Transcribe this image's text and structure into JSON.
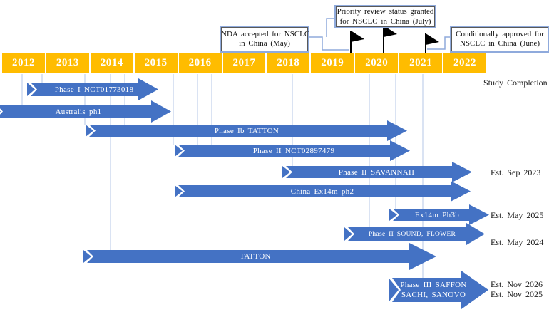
{
  "figure": {
    "years": [
      "2012",
      "2013",
      "2014",
      "2015",
      "2016",
      "2017",
      "2018",
      "2019",
      "2020",
      "2021",
      "2022"
    ],
    "right_column_header": "Study Completion",
    "callouts": [
      {
        "line1": "NDA accepted for NSCLC",
        "line2": "in China (May)"
      },
      {
        "line1": "Priority review status granted",
        "line2": "for NSCLC in China (July)"
      },
      {
        "line1": "Conditionally approved for",
        "line2": "NSCLC in China (June)"
      }
    ],
    "rows": [
      {
        "label": "Phase I NCT01773018",
        "completion": ""
      },
      {
        "label": "Australis ph1",
        "completion": ""
      },
      {
        "label": "Phase Ib TATTON",
        "completion": ""
      },
      {
        "label": "Phase II NCT02897479",
        "completion": ""
      },
      {
        "label": "Phase II SAVANNAH",
        "completion": "Est. Sep 2023"
      },
      {
        "label": "China Ex14m ph2",
        "completion": ""
      },
      {
        "label": "Ex14m Ph3b",
        "completion": "Est. May 2025"
      },
      {
        "label": "Phase II SOUND, FLOWER",
        "completion": "Est. May 2024"
      },
      {
        "label": "TATTON",
        "completion": ""
      },
      {
        "label": "Phase III SAFFON",
        "label2": "SACHI, SANOVO",
        "completion": "Est. Nov 2026",
        "completion2": "Est. Nov 2025"
      }
    ],
    "colors": {
      "arrow": "#4472C4",
      "year_bar": "#FFBC00",
      "gridline": "#B4C7E7",
      "callout_border": "#8FAADC",
      "flag": "#000000",
      "year_text": "#FFFFFF",
      "bar_text": "#FFFFFF",
      "annotation_text": "#111111"
    }
  },
  "chart_data": {
    "type": "bar",
    "subtype": "horizontal-gantt-timeline",
    "title": "",
    "xlabel": "Year",
    "x_ticks": [
      "2012",
      "2013",
      "2014",
      "2015",
      "2016",
      "2017",
      "2018",
      "2019",
      "2020",
      "2021",
      "2022"
    ],
    "x_range": [
      2012,
      2023
    ],
    "right_column_header": "Study Completion",
    "series": [
      {
        "name": "Phase I NCT01773018",
        "start": 2012.6,
        "end": 2015.5,
        "completion": ""
      },
      {
        "name": "Australis ph1",
        "start": 2011.8,
        "end": 2015.8,
        "completion": ""
      },
      {
        "name": "Phase Ib TATTON",
        "start": 2013.9,
        "end": 2021.2,
        "completion": ""
      },
      {
        "name": "Phase II NCT02897479",
        "start": 2015.9,
        "end": 2021.3,
        "completion": ""
      },
      {
        "name": "Phase II SAVANNAH",
        "start": 2018.4,
        "end": 2022.7,
        "completion": "Est. Sep 2023"
      },
      {
        "name": "China Ex14m ph2",
        "start": 2015.9,
        "end": 2022.6,
        "completion": ""
      },
      {
        "name": "Ex14m Ph3b",
        "start": 2020.8,
        "end": 2023.1,
        "completion": "Est. May 2025"
      },
      {
        "name": "Phase II SOUND, FLOWER",
        "start": 2019.8,
        "end": 2023.0,
        "completion": "Est. May 2024"
      },
      {
        "name": "TATTON",
        "start": 2013.8,
        "end": 2021.9,
        "completion": ""
      },
      {
        "name": "Phase III SAFFON SACHI, SANOVO",
        "start": 2020.8,
        "end": 2023.1,
        "completion": "Est. Nov 2026 / Est. Nov 2025"
      }
    ],
    "milestones": [
      {
        "event": "NDA accepted for NSCLC in China (May)",
        "year": 2019.9
      },
      {
        "event": "Priority review status granted for NSCLC in China (July)",
        "year": 2020.7
      },
      {
        "event": "Conditionally approved for NSCLC in China (June)",
        "year": 2021.6
      }
    ],
    "legend_position": "none",
    "grid": "vertical event guides only"
  }
}
